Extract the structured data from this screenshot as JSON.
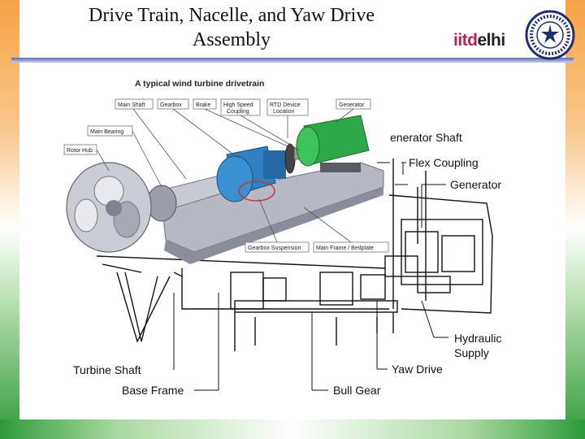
{
  "slide": {
    "title_line1": "Drive Train, Nacelle, and Yaw Drive",
    "title_line2": "Assembly"
  },
  "logo": {
    "part1": "iitd",
    "part2": "elhi"
  },
  "photo": {
    "heading": "A typical wind turbine drivetrain",
    "callouts": {
      "main_shaft": "Main Shaft",
      "gearbox": "Gearbox",
      "brake": "Brake",
      "hs_coupling_1": "High Speed",
      "hs_coupling_2": "Coupling",
      "rtd_1": "RTD Device",
      "rtd_2": "Location",
      "generator": "Generator",
      "main_bearing": "Main Bearing",
      "rotor_hub": "Rotor Hub",
      "gearbox_suspension": "Gearbox Suspension",
      "main_frame": "Main Frame / Bedplate"
    }
  },
  "drawing": {
    "labels": {
      "generator_shaft": "enerator Shaft",
      "flex_coupling": "Flex Coupling",
      "generator": "Generator",
      "hydraulic_1": "Hydraulic",
      "hydraulic_2": "Supply",
      "turbine_shaft": "Turbine Shaft",
      "yaw_drive": "Yaw Drive",
      "base_frame": "Base Frame",
      "bull_gear": "Bull Gear"
    }
  },
  "colors": {
    "saffron": "#f7a445",
    "green": "#2f9a3a",
    "title_bar": "#5e6fb0",
    "generator_green": "#2fa84a",
    "gearbox_blue": "#2f7fc1",
    "logo_magenta": "#b3245a",
    "logo_navy": "#1f2f6e"
  }
}
